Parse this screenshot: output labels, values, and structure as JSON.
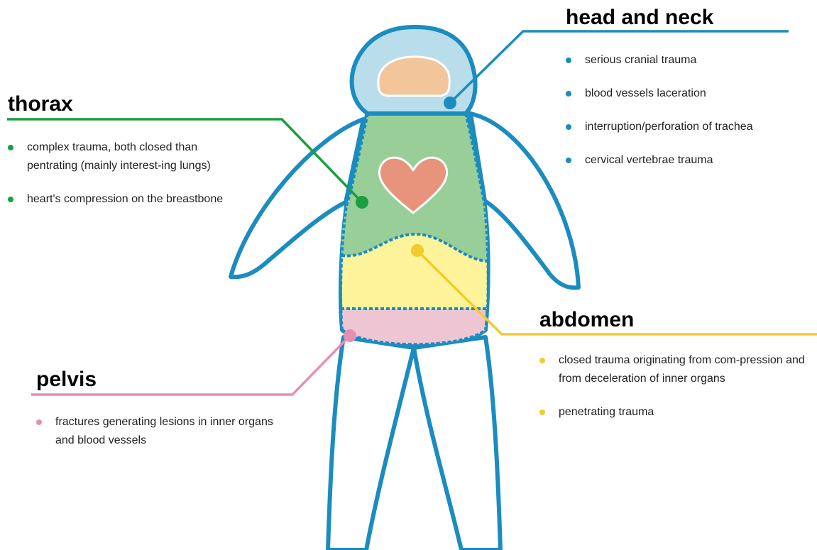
{
  "colors": {
    "outline": "#1b8cc0",
    "head": "#b9ddeb",
    "brain": "#f3c59a",
    "thorax": "#98cf98",
    "heart": "#e8947c",
    "abdomen": "#fdf39b",
    "pelvis": "#eec6d3",
    "head_and_neck_accent": "#1b8cc0",
    "thorax_accent": "#1a9e3f",
    "abdomen_accent": "#f0cc2c",
    "pelvis_accent": "#e68fb4"
  },
  "regions": {
    "head_and_neck": {
      "title": "head and neck",
      "items": [
        "serious cranial trauma",
        "blood vessels laceration",
        "interruption/perforation of trachea",
        "cervical vertebrae trauma"
      ]
    },
    "thorax": {
      "title": "thorax",
      "items": [
        "complex trauma, both closed than pentrating (mainly interest-ing lungs)",
        "heart's compression on the breastbone"
      ]
    },
    "abdomen": {
      "title": "abdomen",
      "items": [
        "closed trauma originating from com-pression and from deceleration of inner organs",
        "penetrating trauma"
      ]
    },
    "pelvis": {
      "title": "pelvis",
      "items": [
        "fractures generating lesions in inner organs and blood vessels"
      ]
    }
  }
}
